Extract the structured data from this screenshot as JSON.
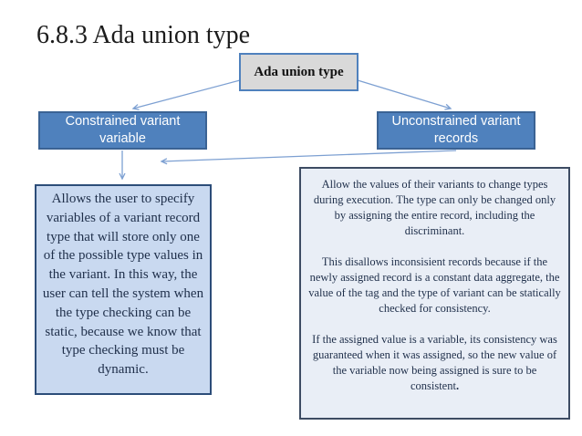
{
  "slide": {
    "title": "6.8.3 Ada union type"
  },
  "colors": {
    "accent_blue": "#4f81bd",
    "accent_blue_dark": "#3b6394",
    "connector_blue": "#7da0d2",
    "node_gray_fill": "#d9d9d9",
    "note_left_fill": "#c9d9f0",
    "note_left_border": "#2c4d79",
    "note_right_fill": "#e9eef6",
    "note_right_border": "#3d4c63",
    "body_text": "#1f2f4a",
    "title_text": "#1c1c1c"
  },
  "diagram": {
    "root": {
      "label": "Ada union type"
    },
    "left_branch": {
      "label": "Constrained variant variable",
      "note": "Allows the user to specify variables of a variant record type that will store only one of the possible type values in the variant. In this way, the user can tell the system when the type checking can be static, because we know that type checking must be dynamic."
    },
    "right_branch": {
      "label": "Unconstrained variant records",
      "note_paragraphs": [
        "Allow the values of their variants to change types during execution. The type can only be changed only by assigning the entire record, including the discriminant.",
        "This disallows inconsisient records because if the newly assigned record is a constant data aggregate, the value of the tag and the type of variant can be statically checked for consistency.",
        "If the assigned value is a variable, its consistency was guaranteed when it was assigned, so the new value of the variable now being assigned is sure to be consistent"
      ],
      "note_final_punct": "."
    }
  }
}
